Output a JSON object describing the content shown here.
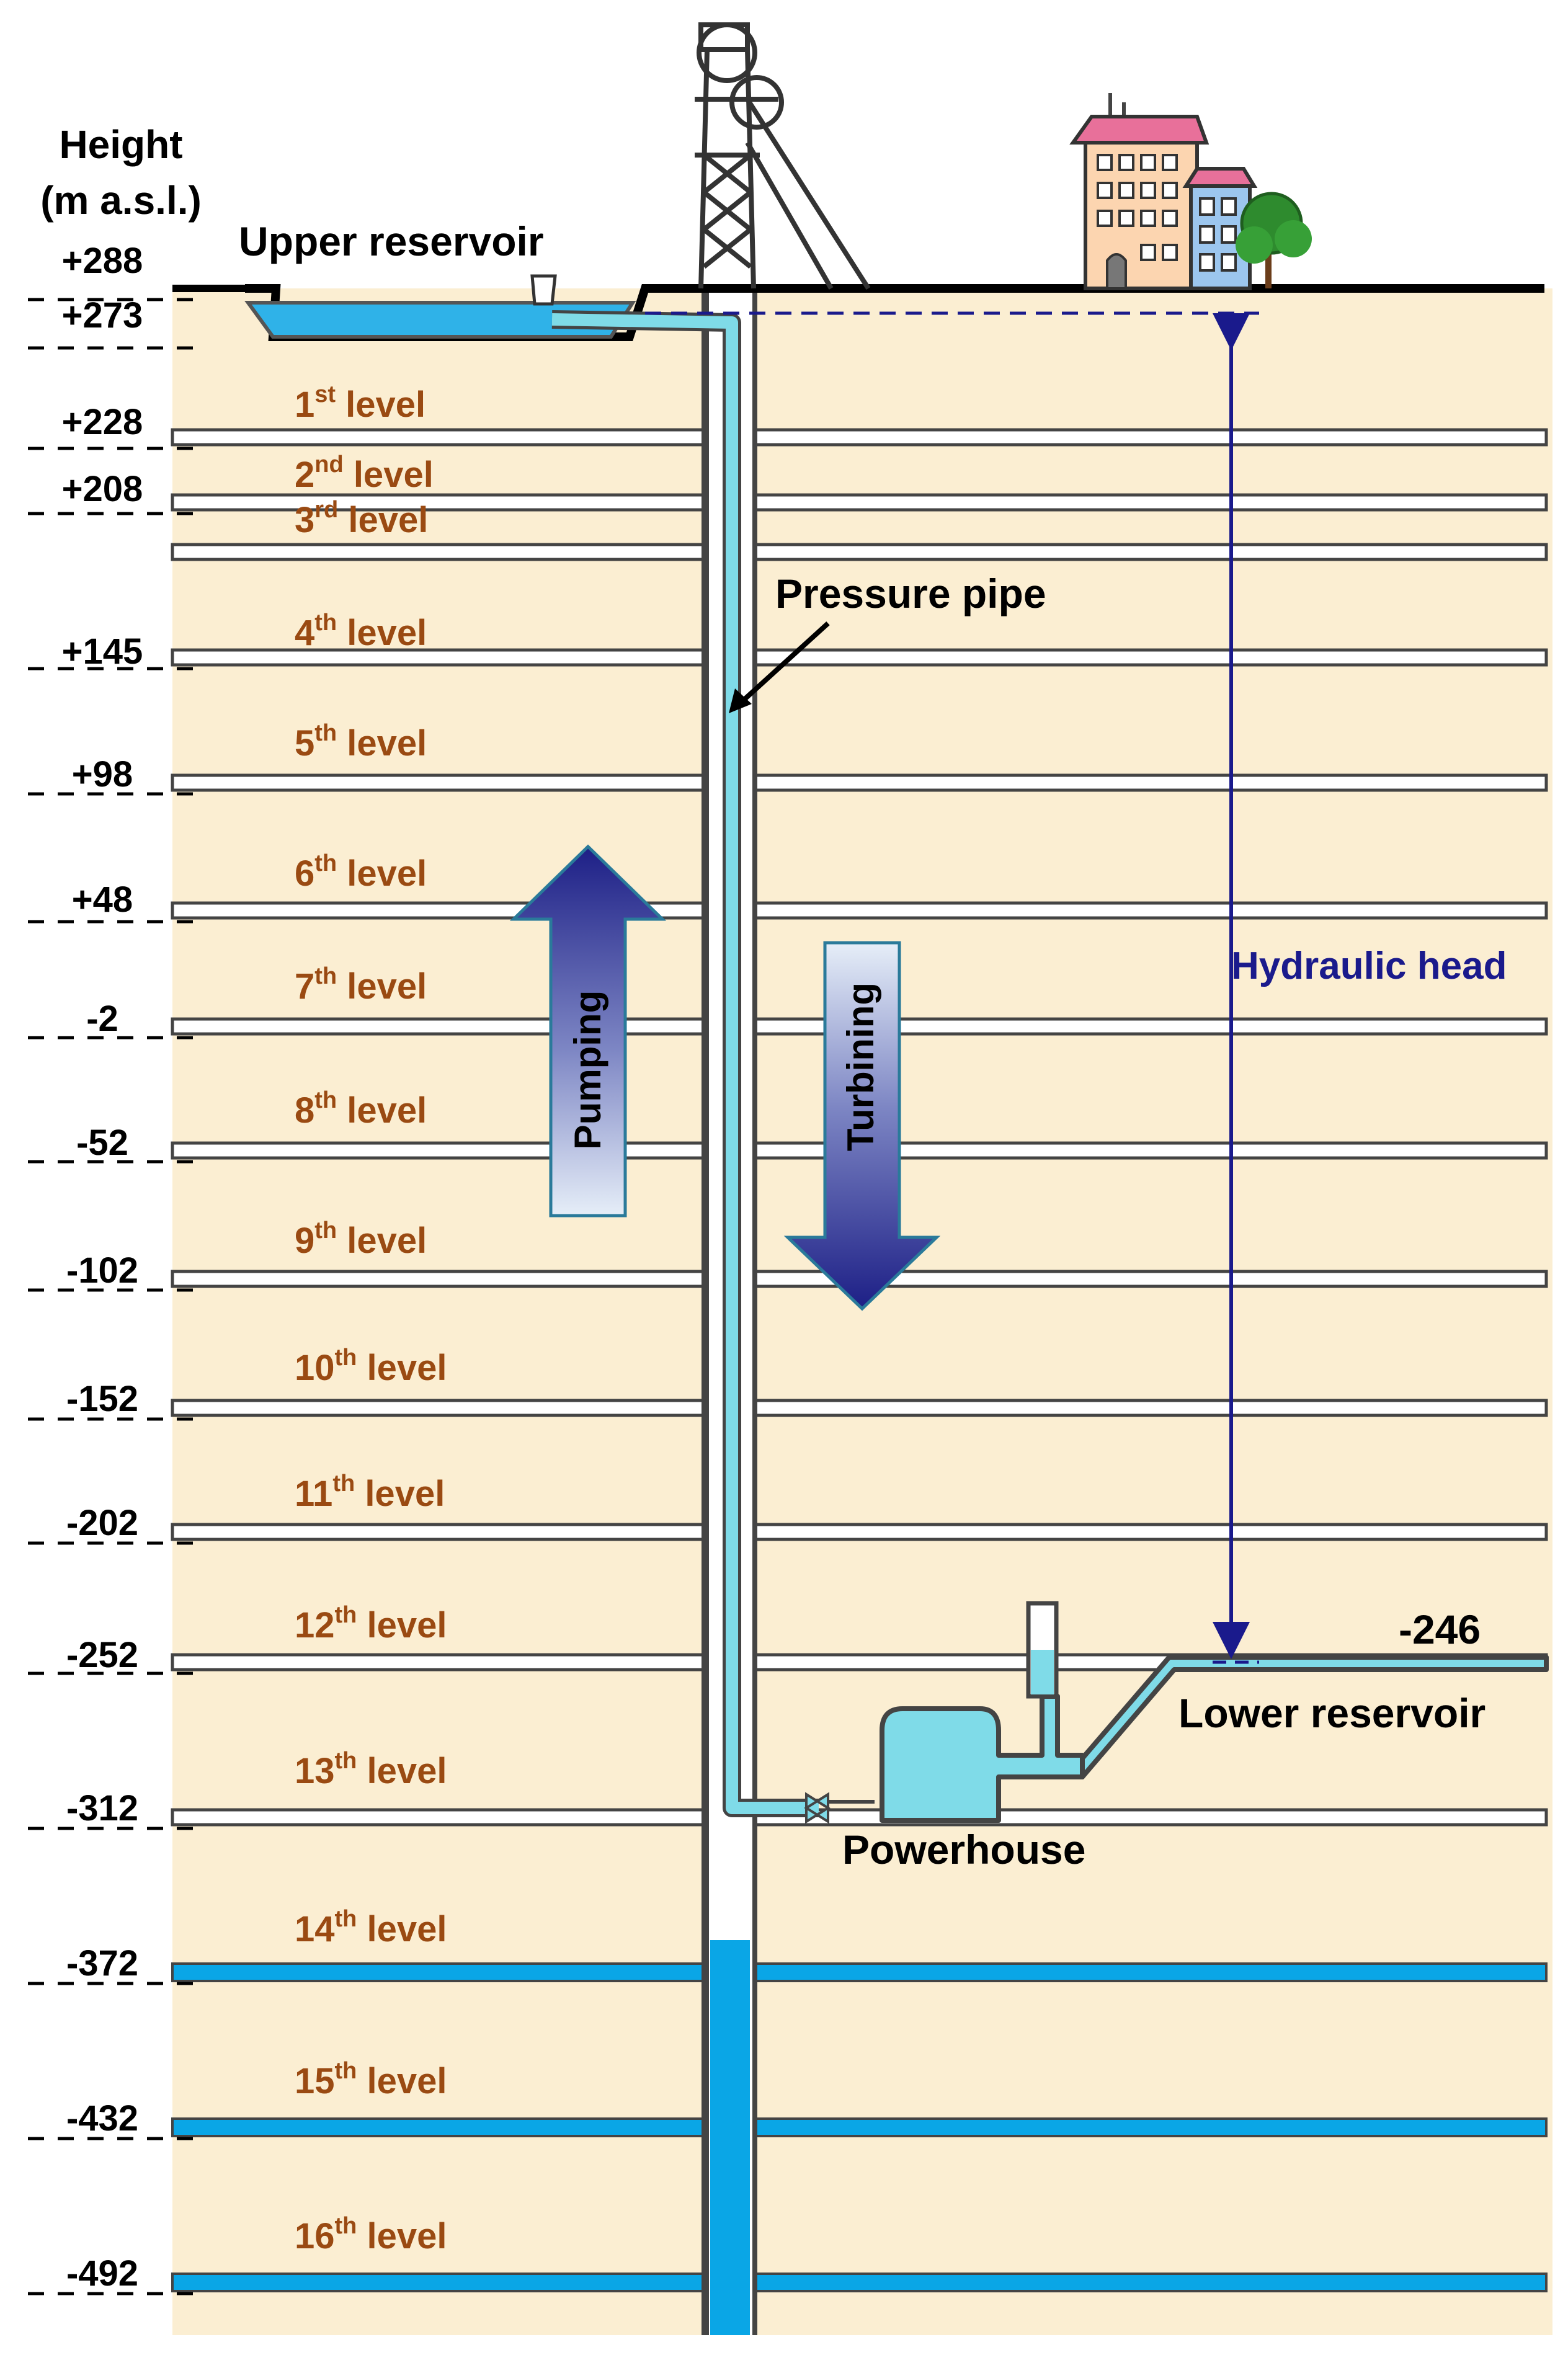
{
  "header": {
    "height_line1": "Height",
    "height_line2": "(m a.s.l.)"
  },
  "elevations": [
    "+288",
    "+273",
    "+228",
    "+208",
    "+145",
    "+98",
    "+48",
    "-2",
    "-52",
    "-102",
    "-152",
    "-202",
    "-252",
    "-312",
    "-372",
    "-432",
    "-492"
  ],
  "levels": [
    {
      "num": "1",
      "suffix": "st",
      "word": "level"
    },
    {
      "num": "2",
      "suffix": "nd",
      "word": "level"
    },
    {
      "num": "3",
      "suffix": "rd",
      "word": "level"
    },
    {
      "num": "4",
      "suffix": "th",
      "word": "level"
    },
    {
      "num": "5",
      "suffix": "th",
      "word": "level"
    },
    {
      "num": "6",
      "suffix": "th",
      "word": "level"
    },
    {
      "num": "7",
      "suffix": "th",
      "word": "level"
    },
    {
      "num": "8",
      "suffix": "th",
      "word": "level"
    },
    {
      "num": "9",
      "suffix": "th",
      "word": "level"
    },
    {
      "num": "10",
      "suffix": "th",
      "word": "level"
    },
    {
      "num": "11",
      "suffix": "th",
      "word": "level"
    },
    {
      "num": "12",
      "suffix": "th",
      "word": "level"
    },
    {
      "num": "13",
      "suffix": "th",
      "word": "level"
    },
    {
      "num": "14",
      "suffix": "th",
      "word": "level"
    },
    {
      "num": "15",
      "suffix": "th",
      "word": "level"
    },
    {
      "num": "16",
      "suffix": "th",
      "word": "level"
    }
  ],
  "labels": {
    "upper_reservoir": "Upper reservoir",
    "pressure_pipe": "Pressure pipe",
    "hydraulic_head": "Hydraulic head",
    "pumping": "Pumping",
    "turbining": "Turbining",
    "lower_reservoir": "Lower reservoir",
    "lower_level_value": "-246",
    "powerhouse": "Powerhouse"
  },
  "colors": {
    "ground": "#fbeed2",
    "water": "#7fdbe8",
    "flooded": "#0aa6e6",
    "level_text": "#9a4a12",
    "head_line": "#1a1a8c",
    "arrow_dark": "#1d1f86",
    "arrow_light": "#dbe6f3"
  }
}
